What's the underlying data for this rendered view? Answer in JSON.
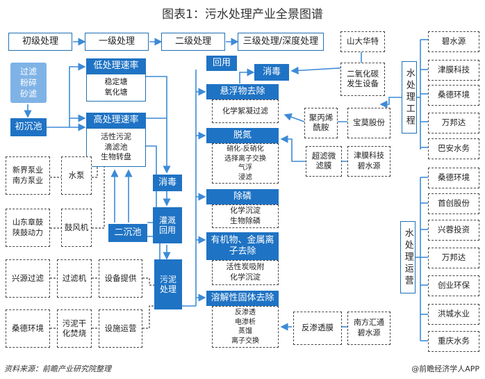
{
  "title": "图表1：污水处理产业全景图谱",
  "stages": [
    "初级处理",
    "一级处理",
    "二级处理",
    "三级处理/深度处理"
  ],
  "primary": {
    "pre_treatment": [
      "过滤",
      "粉碎",
      "砂滤"
    ],
    "tank": "初沉池"
  },
  "secondary": {
    "low_rate": {
      "title": "低处理速率",
      "items": [
        "稳定塘",
        "氧化塘"
      ]
    },
    "high_rate": {
      "title": "高处理速率",
      "items": [
        "活性污泥",
        "滴滤池",
        "生物转盘"
      ]
    },
    "tank": "二沉池",
    "pump_companies": [
      "新界泵业",
      "南方泵业"
    ],
    "pump": "水泵",
    "blower_companies": [
      "山东章鼓",
      "陕鼓动力"
    ],
    "blower": "鼓风机"
  },
  "tertiary": {
    "disinfect_mid": "消毒",
    "irrigation": "灌溉回用",
    "reuse": "回用",
    "disinfect_top": "消毒",
    "sludge": "污泥处理",
    "ss": {
      "title": "悬浮物去除",
      "items": [
        "化学絮凝过滤"
      ]
    },
    "denitrify": {
      "title": "脱氮",
      "items": [
        "硝化-反硝化",
        "选择离子交换",
        "气浮",
        "浸滤"
      ]
    },
    "dephos": {
      "title": "除磷",
      "items": [
        "化学沉淀",
        "生物除磷"
      ]
    },
    "organic": {
      "title": "有机物、金属离子去除",
      "items": [
        "活性炭吸附",
        "化学沉淀"
      ]
    },
    "dissolved": {
      "title": "溶解性固体去除",
      "items": [
        "反渗透",
        "电渗析",
        "蒸馏",
        "离子交换"
      ]
    }
  },
  "chemicals": {
    "co2_top": "山大华特",
    "co2": "二氧化碳发生设备",
    "pam": "聚丙烯酰胺",
    "pam_company": "宝莫股份",
    "uf": "超滤微滤膜",
    "uf_companies": [
      "津膜科技",
      "碧水源"
    ],
    "ro": "反渗透膜",
    "ro_companies": [
      "南方汇通",
      "碧水源"
    ]
  },
  "sludge_chain": {
    "filter_company": "兴源过滤",
    "filter": "过滤机",
    "equipment": "设备提供",
    "dry_company": "桑德环境",
    "dry": "污泥干化焚烧",
    "operation": "设施运营"
  },
  "engineering": {
    "label": "水处理工程",
    "companies": [
      "碧水源",
      "津膜科技",
      "桑德环境",
      "万邦达",
      "巴安水务"
    ]
  },
  "operation": {
    "label": "水处理运营",
    "companies": [
      "桑德环境",
      "首创股份",
      "兴蓉投资",
      "万邦达",
      "创业环保",
      "洪城水业",
      "重庆水务"
    ]
  },
  "footer": {
    "source": "资料来源：前瞻产业研究院整理",
    "brand": "@前瞻经济学人APP"
  },
  "colors": {
    "primary_blue": "#1f73c4",
    "light_blue": "#7fb3e6",
    "line_blue": "#3d8ad6"
  }
}
